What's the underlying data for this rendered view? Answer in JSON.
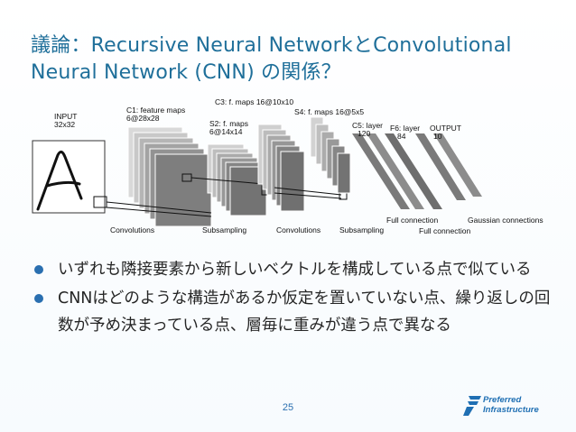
{
  "slide": {
    "title_line1": "議論：Recursive Neural NetworkとConvolutional",
    "title_line2": "Neural Network (CNN) の関係？",
    "page_number": "25",
    "bullets": [
      "いずれも隣接要素から新しいベクトルを構成している点で似ている",
      "CNNはどのような構造があるか仮定を置いていない点、繰り返しの回数が予め決まっている点、層毎に重みが違う点で異なる"
    ],
    "logo": {
      "line1": "Preferred",
      "line2": "Infrastructure",
      "icon": "pfi-logo-icon"
    },
    "colors": {
      "title": "#1f6f9a",
      "bullet": "#2a6fb0",
      "accent": "#1f6fb3"
    }
  },
  "diagram": {
    "input_label": "INPUT",
    "input_size": "32x32",
    "c1_label": "C1: feature maps",
    "c1_size": "6@28x28",
    "s2_label": "S2: f. maps",
    "s2_size": "6@14x14",
    "c3_label": "C3: f. maps 16@10x10",
    "s4_label": "S4: f. maps 16@5x5",
    "c5_label": "C5: layer",
    "c5_size": "120",
    "f6_label": "F6: layer",
    "f6_size": "84",
    "output_label": "OUTPUT",
    "output_size": "10",
    "op_convolutions_1": "Convolutions",
    "op_subsampling_1": "Subsampling",
    "op_convolutions_2": "Convolutions",
    "op_subsampling_2": "Subsampling",
    "op_full_connection_1": "Full connection",
    "op_full_connection_2": "Full connection",
    "op_gaussian": "Gaussian connections"
  }
}
